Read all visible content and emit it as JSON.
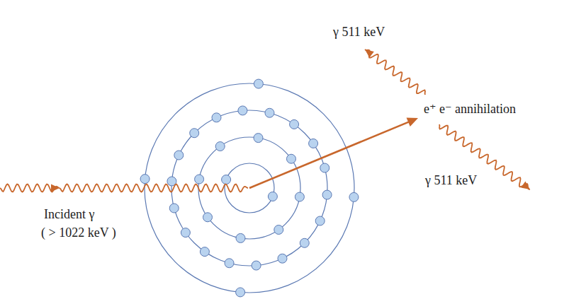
{
  "diagram": {
    "labels": [
      "γ 511 keV",
      "e⁺ e⁻ annihilation",
      "γ 511 keV",
      "Incident γ",
      "( > 1022 keV )"
    ]
  }
}
